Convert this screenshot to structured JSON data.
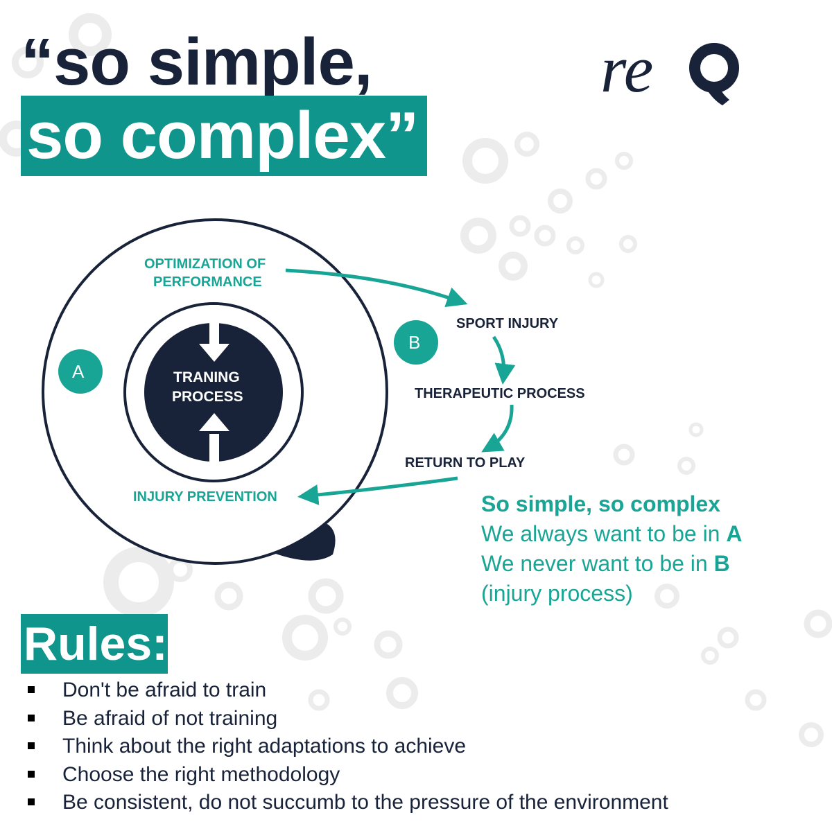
{
  "title": {
    "line1": "“so simple,",
    "line2": "so complex”"
  },
  "logo": {
    "text": "reQ",
    "icon": "q-ring-logo"
  },
  "diagram": {
    "top_label_line1": "OPTIMIZATION OF",
    "top_label_line2": "PERFORMANCE",
    "center_line1": "TRANING",
    "center_line2": "PROCESS",
    "bottom_label": "INJURY PREVENTION",
    "badge_a": "A",
    "badge_b": "B",
    "step_sport_injury": "SPORT INJURY",
    "step_therapeutic": "THERAPEUTIC PROCESS",
    "step_return": "RETURN TO PLAY"
  },
  "caption": {
    "heading": "So simple, so complex",
    "line2_prefix": "We always want to be in ",
    "line2_bold": "A",
    "line3_prefix": "We never want to be in ",
    "line3_bold": "B",
    "line4": "(injury process)"
  },
  "rules": {
    "title": "Rules:",
    "items": [
      "Don't be afraid to train",
      "Be afraid of not training",
      "Think about the right adaptations to achieve",
      "Choose the right methodology",
      "Be consistent, do not succumb to the pressure of the environment"
    ]
  },
  "colors": {
    "navy": "#182238",
    "teal": "#19a596",
    "teal_block": "#0f958c",
    "background": "#ffffff"
  }
}
